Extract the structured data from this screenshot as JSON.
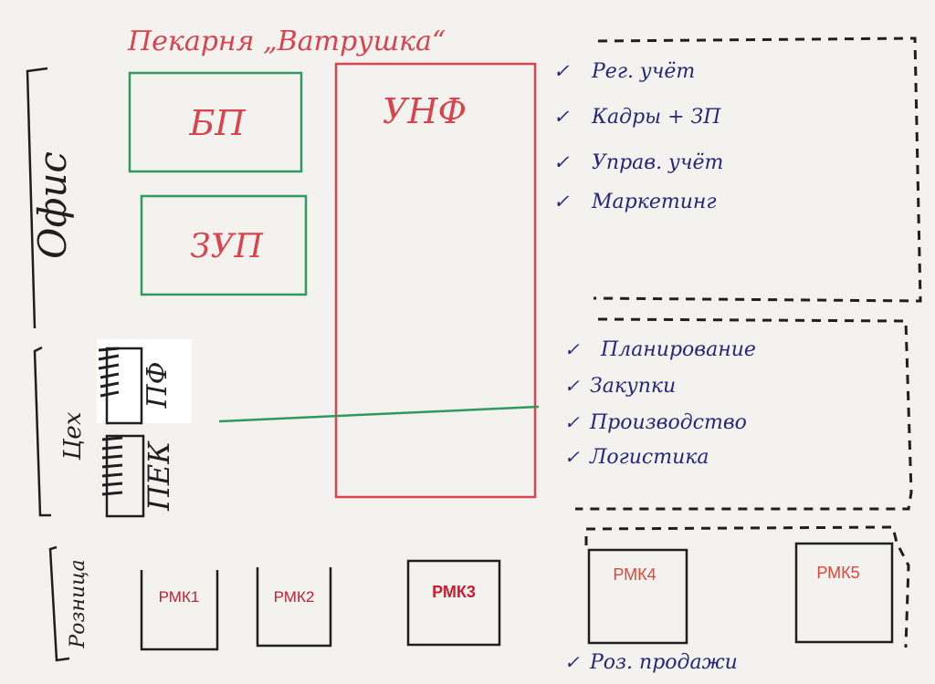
{
  "title": "Пекарня „Ватрушка“",
  "sections": {
    "office": "Офис",
    "production": "Цех",
    "retail": "Розница"
  },
  "office_boxes": {
    "bp": "БП",
    "zup": "ЗУП"
  },
  "central_box": "УНФ",
  "production_boxes": {
    "pf": "ПФ",
    "pek": "ПЕК"
  },
  "office_functions": [
    "Рег. учёт",
    "Кадры + ЗП",
    "Управ. учёт",
    "Маркетинг"
  ],
  "production_functions": [
    "Планирование",
    "Закупки",
    "Производство",
    "Логистика"
  ],
  "retail_boxes": [
    "РМК1",
    "РМК2",
    "РМК3",
    "РМК4",
    "РМК5"
  ],
  "retail_function": "Роз. продажи",
  "check_mark": "✓",
  "colors": {
    "paper": "#f4f2ee",
    "ink_black": "#1f1f1f",
    "ink_red": "#d8434d",
    "ink_green": "#2f9a60",
    "ink_blue": "#24277a"
  }
}
